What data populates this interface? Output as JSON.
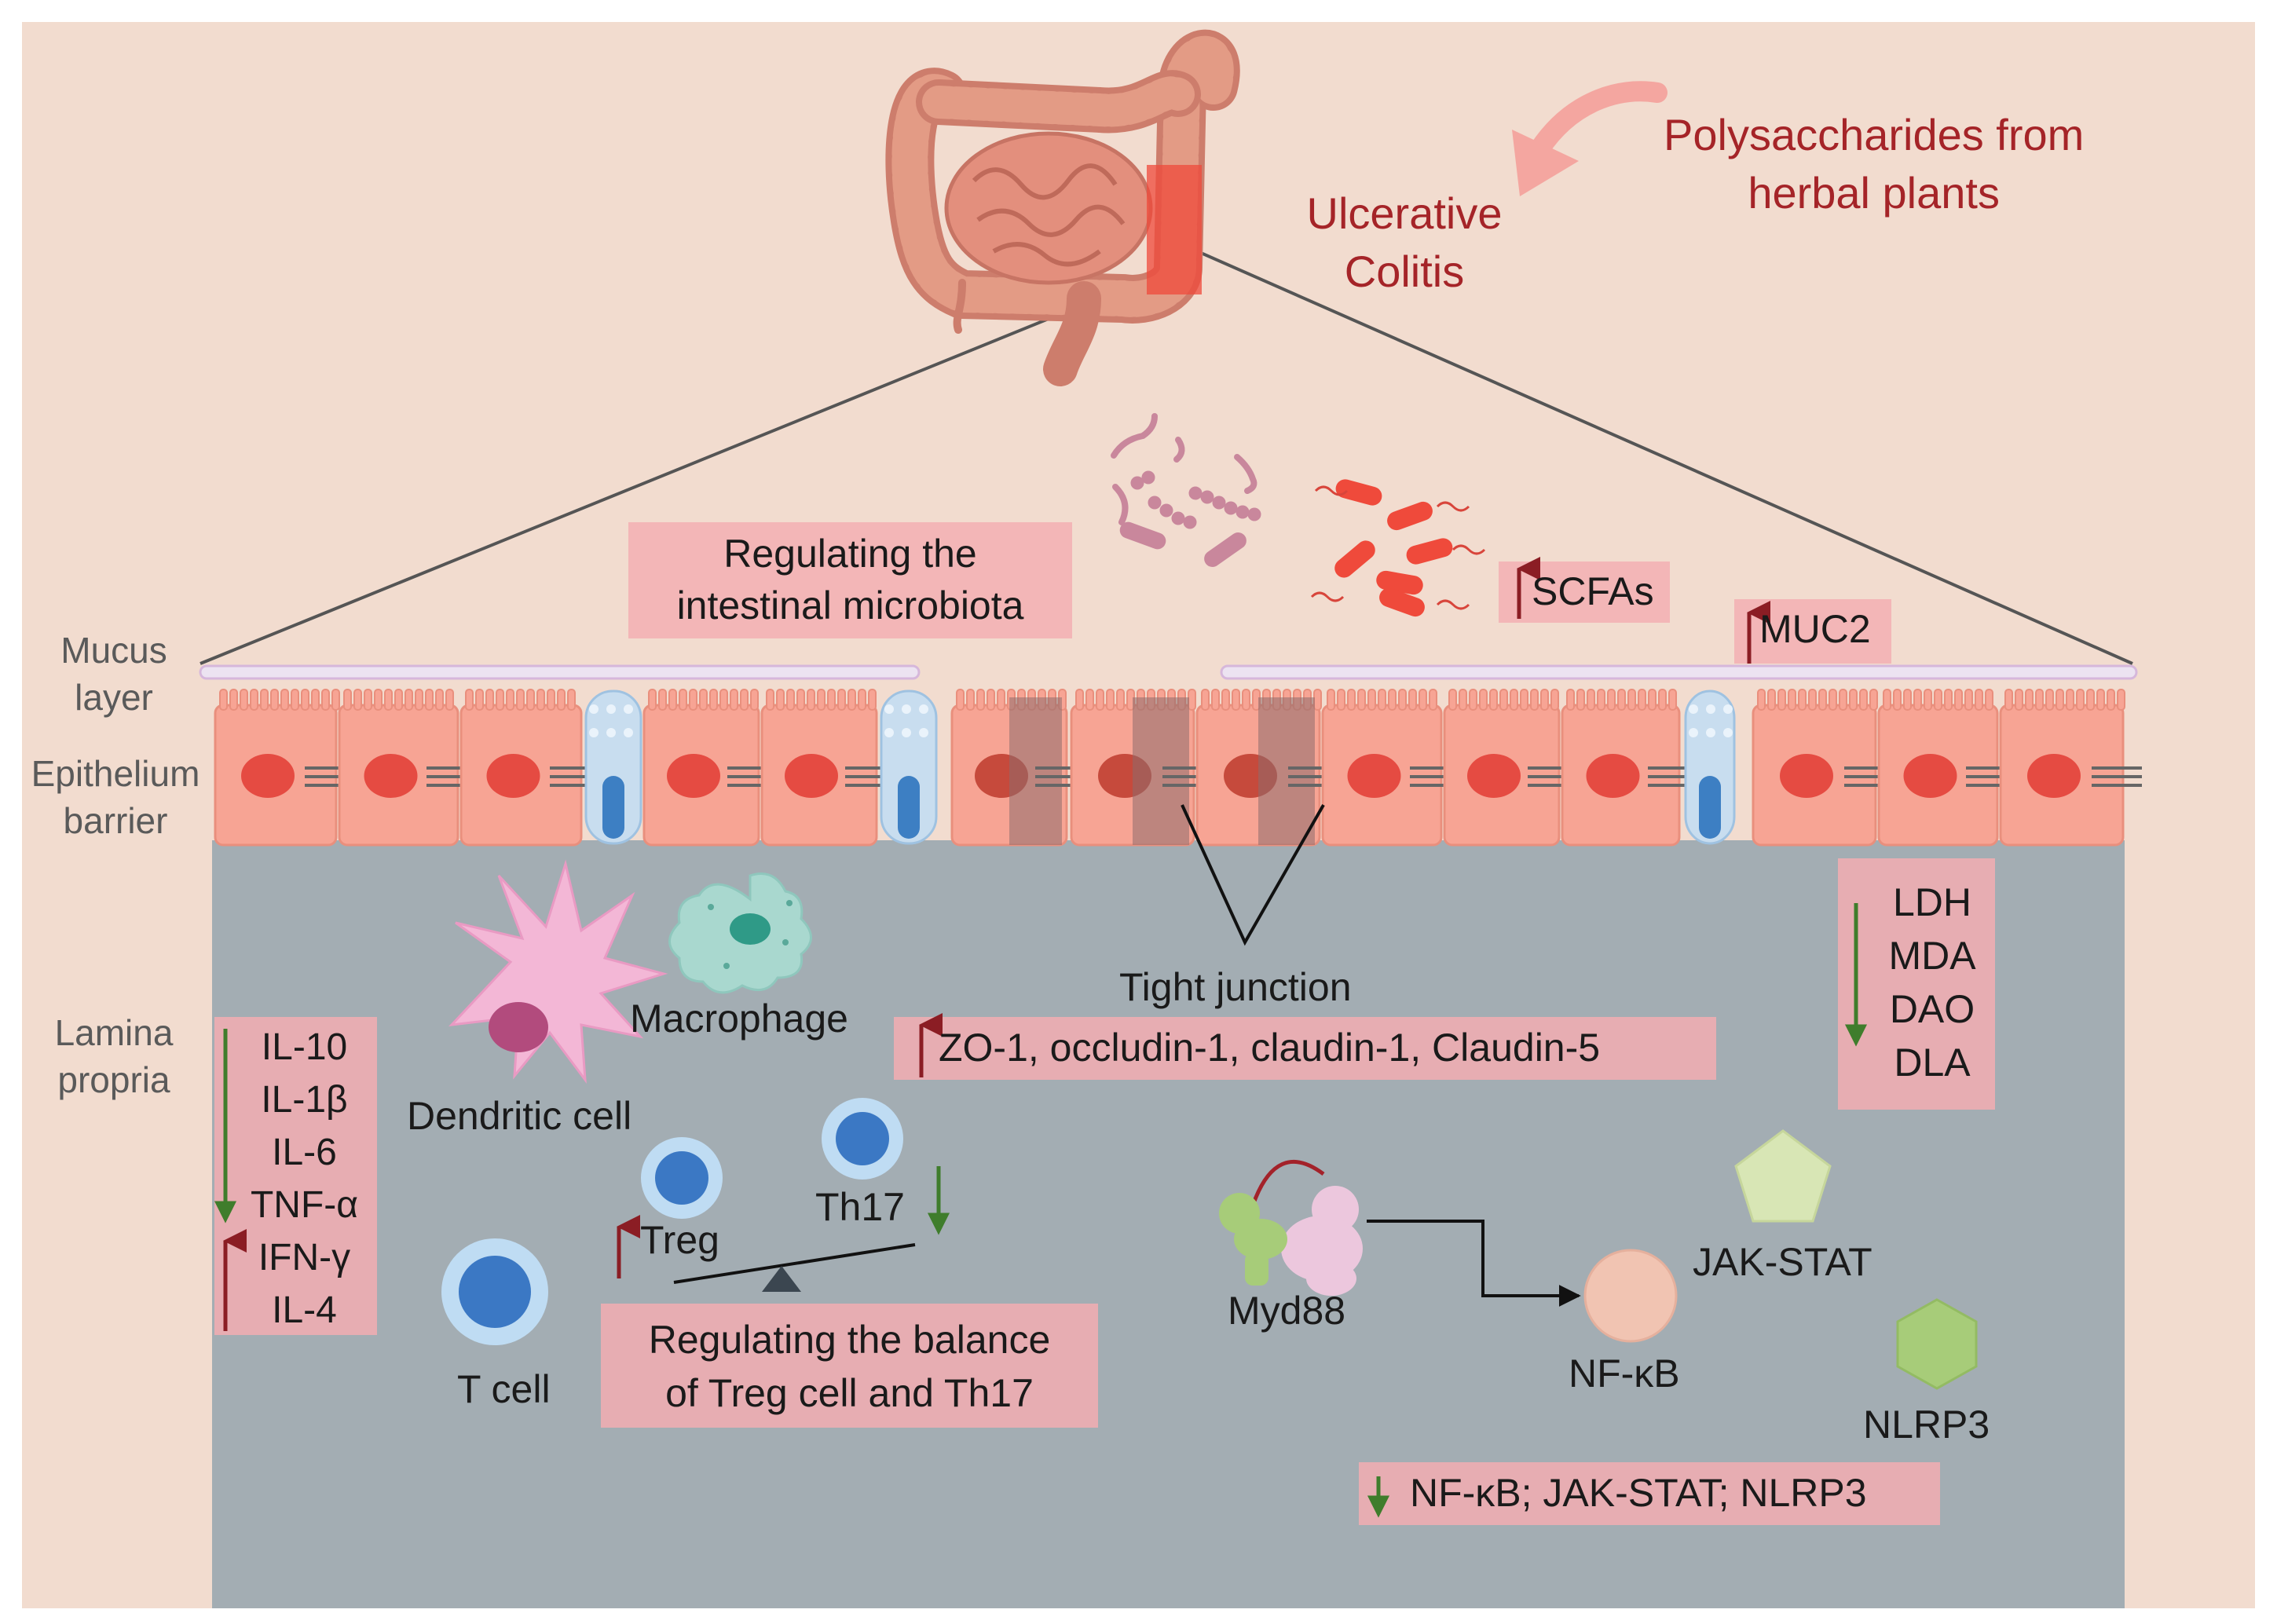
{
  "title": {
    "polysaccharides": [
      "Polysaccharides from",
      "herbal plants"
    ],
    "disease": [
      "Ulcerative",
      "Colitis"
    ]
  },
  "layers": {
    "mucus": [
      "Mucus",
      "layer"
    ],
    "epithelium": [
      "Epithelium",
      "barrier"
    ],
    "lamina": [
      "Lamina",
      "propria"
    ]
  },
  "microbiota": {
    "label": [
      "Regulating the",
      "intestinal microbiota"
    ],
    "scfas": "SCFAs",
    "muc2": "MUC2"
  },
  "cytokines": {
    "down": [
      "IL-10",
      "IL-1β",
      "IL-6",
      "TNF-α"
    ],
    "up": [
      "IFN-γ",
      "IL-4"
    ]
  },
  "cells": {
    "macrophage": "Macrophage",
    "dendritic": "Dendritic cell",
    "tcell": "T cell",
    "treg": "Treg",
    "th17": "Th17"
  },
  "balance": {
    "label": [
      "Regulating the balance",
      "of Treg cell and Th17"
    ]
  },
  "tight_junction": {
    "title": "Tight junction",
    "proteins": "ZO-1, occludin-1, claudin-1, Claudin-5"
  },
  "markers": [
    "LDH",
    "MDA",
    "DAO",
    "DLA"
  ],
  "signaling": {
    "myd88": "Myd88",
    "nfkb": "NF-κB",
    "jakstat": "JAK-STAT",
    "nlrp3": "NLRP3",
    "summary": "NF-κB; JAK-STAT; NLRP3"
  },
  "colors": {
    "background": "#f2dccf",
    "lamina": "#a3adb3",
    "epithelial": "#f7a494",
    "nucleus": "#e54b42",
    "label_box": "#f3b6b7",
    "up_arrow": "#8b1d24",
    "down_arrow": "#3f7d2c",
    "title_red": "#a52428"
  }
}
